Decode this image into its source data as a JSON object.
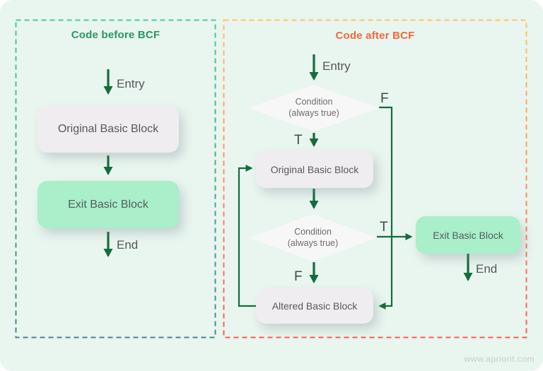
{
  "watermark": "www.apriorit.com",
  "labels": {
    "true": "T",
    "false": "F"
  },
  "before": {
    "title": "Code before BCF",
    "entry": "Entry",
    "original_block": "Original Basic Block",
    "exit_block": "Exit Basic Block",
    "end": "End"
  },
  "after": {
    "title": "Code after BCF",
    "entry": "Entry",
    "condition1": {
      "line1": "Condition",
      "line2": "(always true)"
    },
    "original_block": "Original Basic Block",
    "condition2": {
      "line1": "Condition",
      "line2": "(always true)"
    },
    "altered_block": "Altered Basic Block",
    "exit_block": "Exit Basic Block",
    "end": "End"
  },
  "colors": {
    "background": "#E9F5EF",
    "arrow_green": "#156C3C",
    "title_green": "#27995F",
    "title_orange": "#F5683B",
    "before_border_top": "#3ECDA4",
    "before_border_bottom": "#4A858E",
    "after_border_top": "#FFC462",
    "after_border_bottom": "#FF5A4E",
    "gray_block_fill": "#EFEDF0",
    "mint_block_fill": "#A8EFCA",
    "diamond_fill": "#F8F7F8"
  }
}
